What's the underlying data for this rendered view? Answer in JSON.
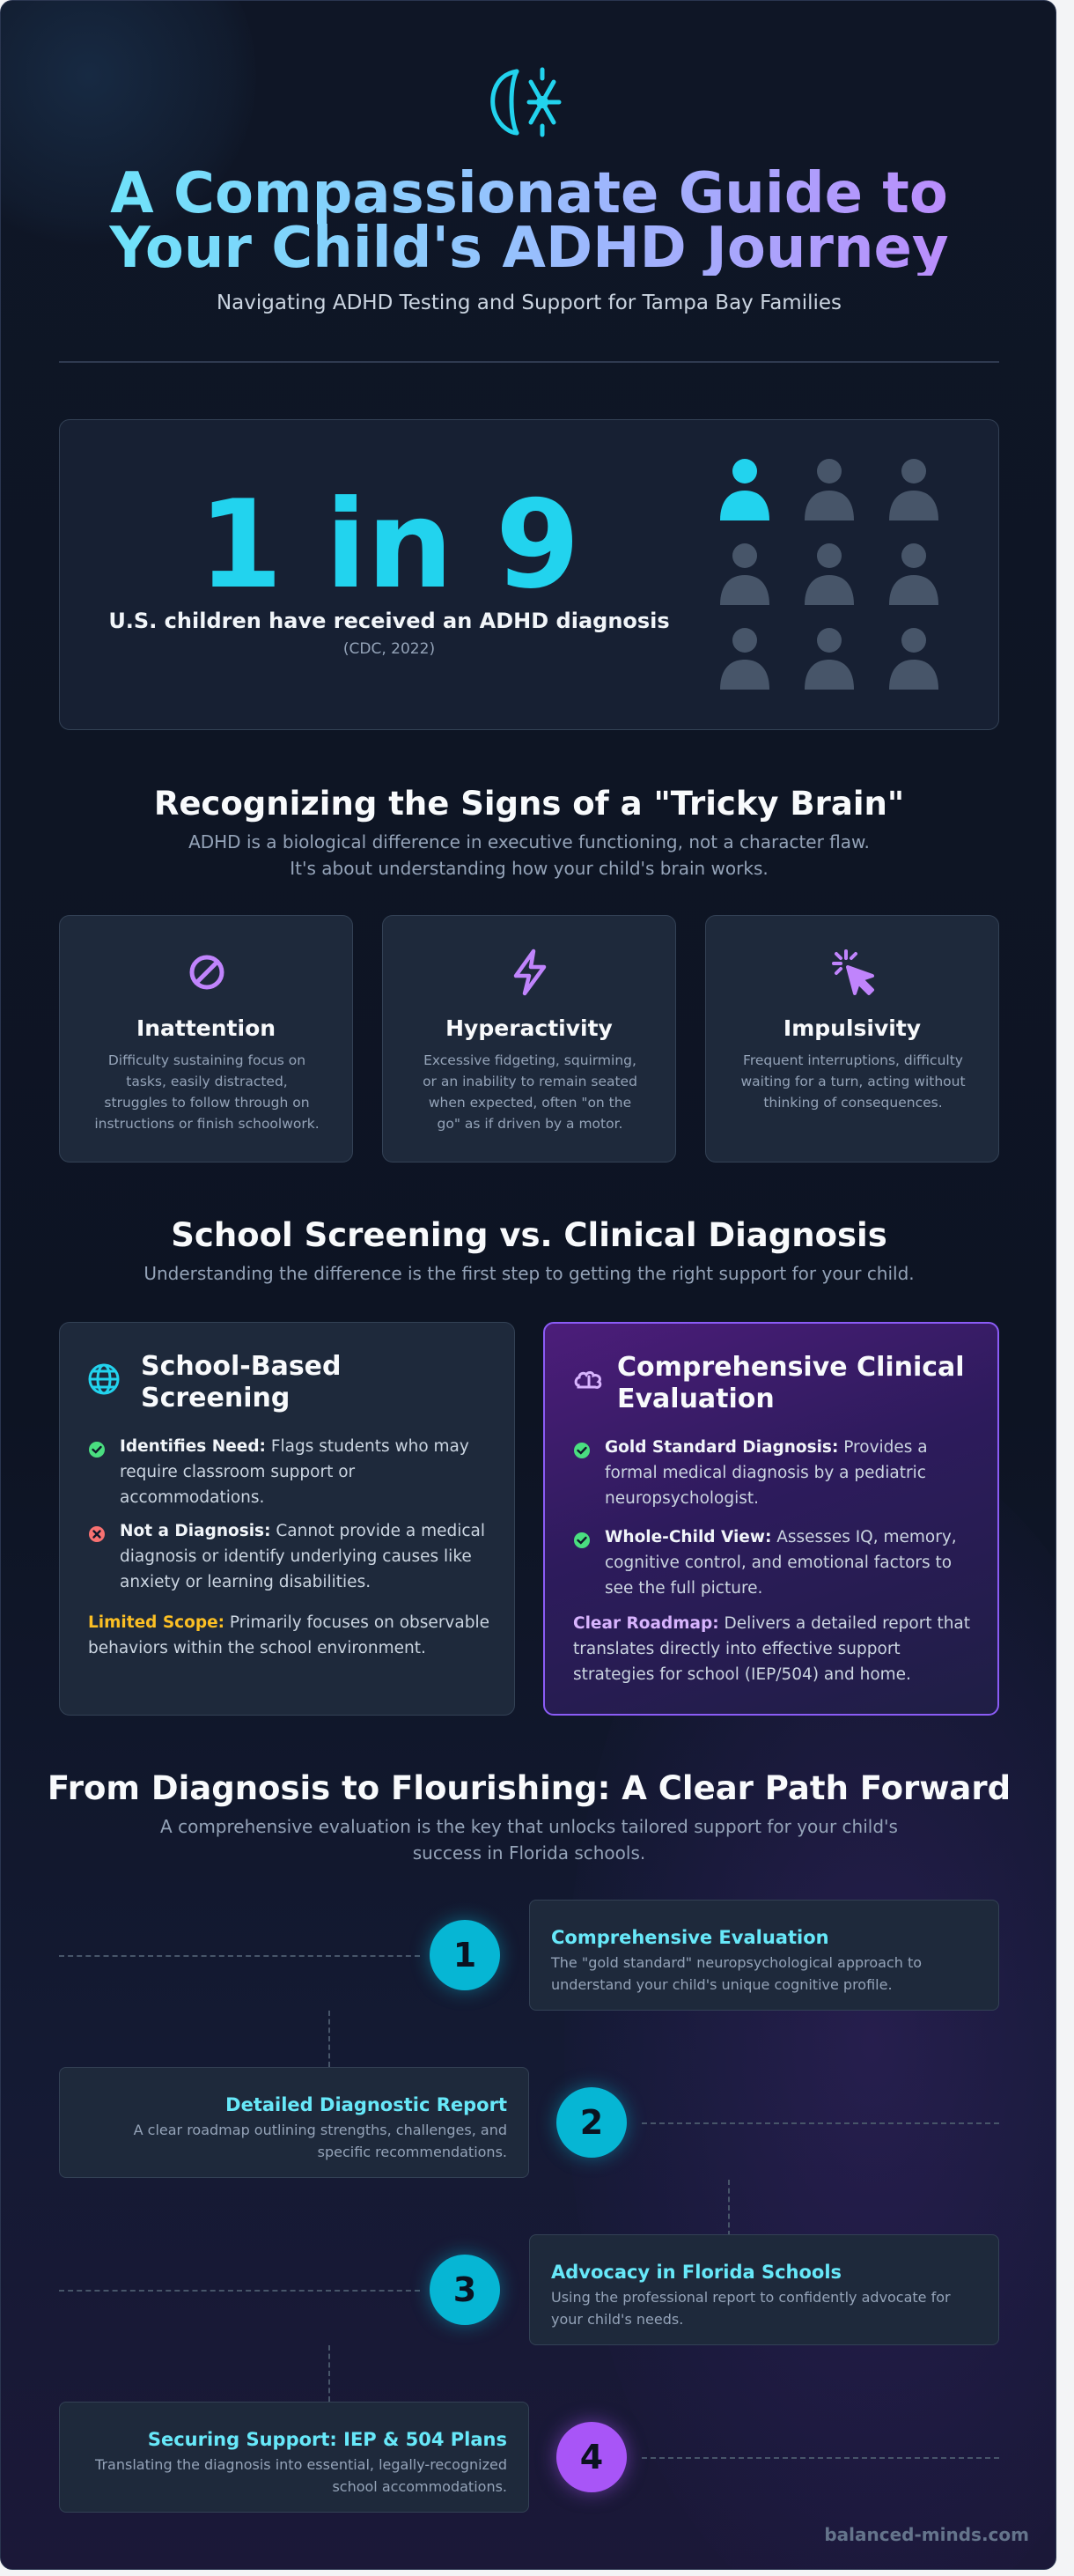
{
  "header": {
    "logo_icon": "brain-sparkle-icon",
    "title": "A Compassionate Guide to Your Child's ADHD Journey",
    "subtitle": "Navigating ADHD Testing and Support for Tampa Bay Families"
  },
  "stat": {
    "number": "1 in 9",
    "label": "U.S. children have received an ADHD diagnosis",
    "source": "(CDC, 2022)",
    "people_total": 9,
    "people_highlighted": 1,
    "highlight_color": "#22d3ee",
    "muted_color": "#475569"
  },
  "signs": {
    "heading": "Recognizing the Signs of a \"Tricky Brain\"",
    "lead": "ADHD is a biological difference in executive functioning, not a character flaw. It's about understanding how your child's brain works.",
    "items": [
      {
        "icon": "ban-icon",
        "title": "Inattention",
        "desc": "Difficulty sustaining focus on tasks, easily distracted, struggles to follow through on instructions or finish schoolwork."
      },
      {
        "icon": "lightning-icon",
        "title": "Hyperactivity",
        "desc": "Excessive fidgeting, squirming, or an inability to remain seated when expected, often \"on the go\" as if driven by a motor."
      },
      {
        "icon": "cursor-click-icon",
        "title": "Impulsivity",
        "desc": "Frequent interruptions, difficulty waiting for a turn, acting without thinking of consequences."
      }
    ]
  },
  "compare": {
    "heading": "School Screening vs. Clinical Diagnosis",
    "lead": "Understanding the difference is the first step to getting the right support for your child.",
    "school": {
      "icon": "globe-icon",
      "title": "School-Based Screening",
      "items": [
        {
          "icon": "check-circle-icon",
          "bold": "Identifies Need:",
          "text": " Flags students who may require classroom support or accommodations."
        },
        {
          "icon": "x-circle-icon",
          "bold": "Not a Diagnosis:",
          "text": " Cannot provide a medical diagnosis or identify underlying causes like anxiety or learning disabilities."
        }
      ],
      "note_bold": "Limited Scope:",
      "note_text": " Primarily focuses on observable behaviors within the school environment."
    },
    "clinical": {
      "icon": "brain-icon",
      "title": "Comprehensive Clinical Evaluation",
      "items": [
        {
          "icon": "check-circle-icon",
          "bold": "Gold Standard Diagnosis:",
          "text": " Provides a formal medical diagnosis by a pediatric neuropsychologist."
        },
        {
          "icon": "check-circle-icon",
          "bold": "Whole-Child View:",
          "text": " Assesses IQ, memory, cognitive control, and emotional factors to see the full picture."
        }
      ],
      "note_bold": "Clear Roadmap:",
      "note_text": " Delivers a detailed report that translates directly into effective support strategies for school (IEP/504) and home."
    }
  },
  "path": {
    "heading": "From Diagnosis to Flourishing: A Clear Path Forward",
    "lead": "A comprehensive evaluation is the key that unlocks tailored support for your child's success in Florida schools.",
    "steps": [
      {
        "number": "1",
        "title": "Comprehensive Evaluation",
        "desc": "The \"gold standard\" neuropsychological approach to understand your child's unique cognitive profile."
      },
      {
        "number": "2",
        "title": "Detailed Diagnostic Report",
        "desc": "A clear roadmap outlining strengths, challenges, and specific recommendations."
      },
      {
        "number": "3",
        "title": "Advocacy in Florida Schools",
        "desc": "Using the professional report to confidently advocate for your child's needs."
      },
      {
        "number": "4",
        "title": "Securing Support: IEP & 504 Plans",
        "desc": "Translating the diagnosis into essential, legally-recognized school accommodations."
      }
    ]
  },
  "footer": {
    "site": "balanced-minds.com"
  }
}
